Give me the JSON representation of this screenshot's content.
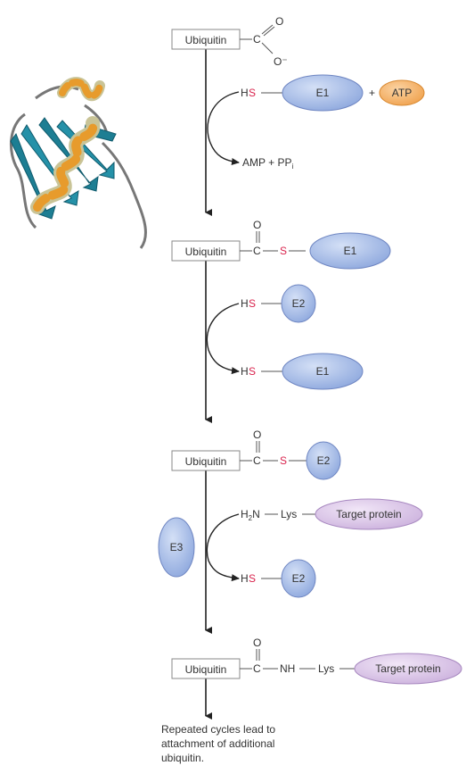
{
  "colors": {
    "enzyme_blue": "#a9bfe6",
    "enzyme_blue_stroke": "#6f86c2",
    "atp_orange": "#f6b76f",
    "target_purple": "#dcc8e8",
    "sulfur_red": "#d9234d",
    "ribbon_teal": "#1d7e93",
    "helix_gold": "#e79b2c"
  },
  "structure": {
    "ubiquitin_label": "Ubiquitin",
    "carbon": "C",
    "oxygen": "O",
    "oxyanion": "O⁻",
    "thioester_S": "S",
    "nh": "NH",
    "lys": "Lys"
  },
  "step1": {
    "hs_h": "H",
    "hs_s": "S",
    "e1": "E1",
    "plus": "+",
    "atp": "ATP",
    "products": "AMP + PP",
    "products_sub": "i"
  },
  "step2": {
    "e1": "E1",
    "hs_h": "H",
    "hs_s": "S",
    "e2": "E2",
    "released_e1": "E1"
  },
  "step3": {
    "e2": "E2",
    "h2n_h": "H",
    "h2n_sub": "2",
    "h2n_n": "N",
    "lys": "Lys",
    "target": "Target protein",
    "e3": "E3",
    "hs_h": "H",
    "hs_s": "S",
    "released_e2": "E2"
  },
  "step4": {
    "target": "Target protein"
  },
  "caption": {
    "line1": "Repeated cycles lead to",
    "line2": "attachment of additional",
    "line3": "ubiquitin."
  }
}
